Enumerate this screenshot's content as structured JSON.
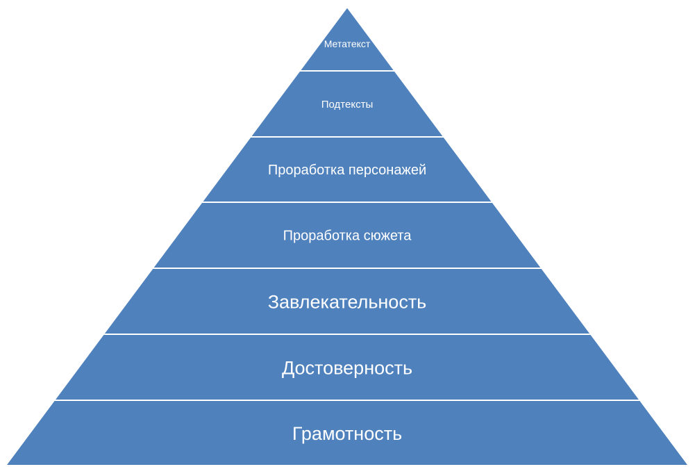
{
  "diagram": {
    "fill_color": "#4f81bd",
    "divider_color": "#ffffff",
    "text_color": "#ffffff",
    "levels": [
      {
        "label": "Метатекст"
      },
      {
        "label": "Подтексты"
      },
      {
        "label": "Проработка персонажей"
      },
      {
        "label": "Проработка сюжета"
      },
      {
        "label": "Завлекательность"
      },
      {
        "label": "Достоверность"
      },
      {
        "label": "Грамотность"
      }
    ]
  }
}
